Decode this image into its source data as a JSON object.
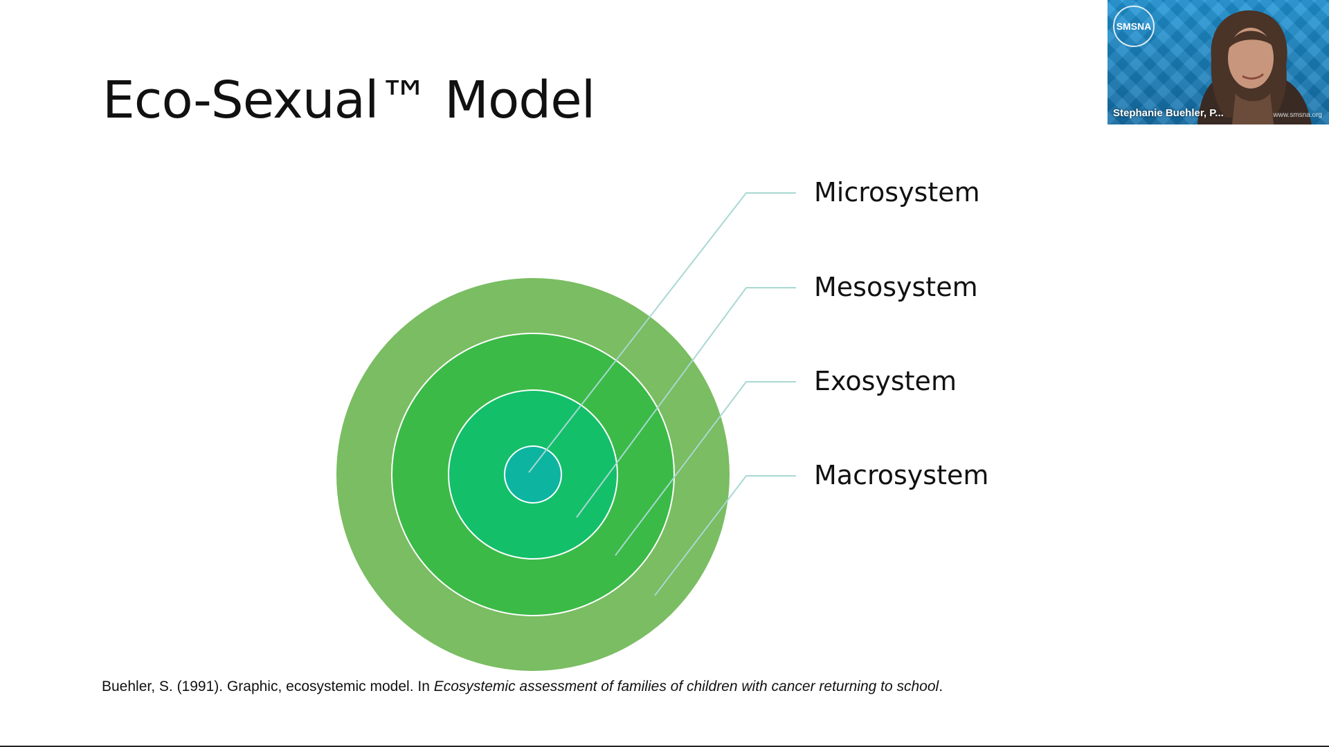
{
  "slide": {
    "title": "Eco-Sexual™ Model",
    "layers": [
      {
        "label": "Microsystem",
        "color": "#0db5a0"
      },
      {
        "label": "Mesosystem",
        "color": "#14bf6a"
      },
      {
        "label": "Exosystem",
        "color": "#3bba47"
      },
      {
        "label": "Macrosystem",
        "color": "#7abd62"
      }
    ],
    "connector_color": "#a8d8d2",
    "ring_stroke_color": "#ffffff",
    "citation": {
      "prefix": "Buehler, S. (1991).  Graphic, ecosystemic model.  In ",
      "title_italic": "Ecosystemic assessment of families of children with cancer returning to school",
      "suffix": "."
    }
  },
  "video_tile": {
    "logo_text": "SMSNA",
    "participant_name": "Stephanie Buehler, P...",
    "site_text": "www.smsna.org",
    "accent_color": "#1b86c4"
  }
}
